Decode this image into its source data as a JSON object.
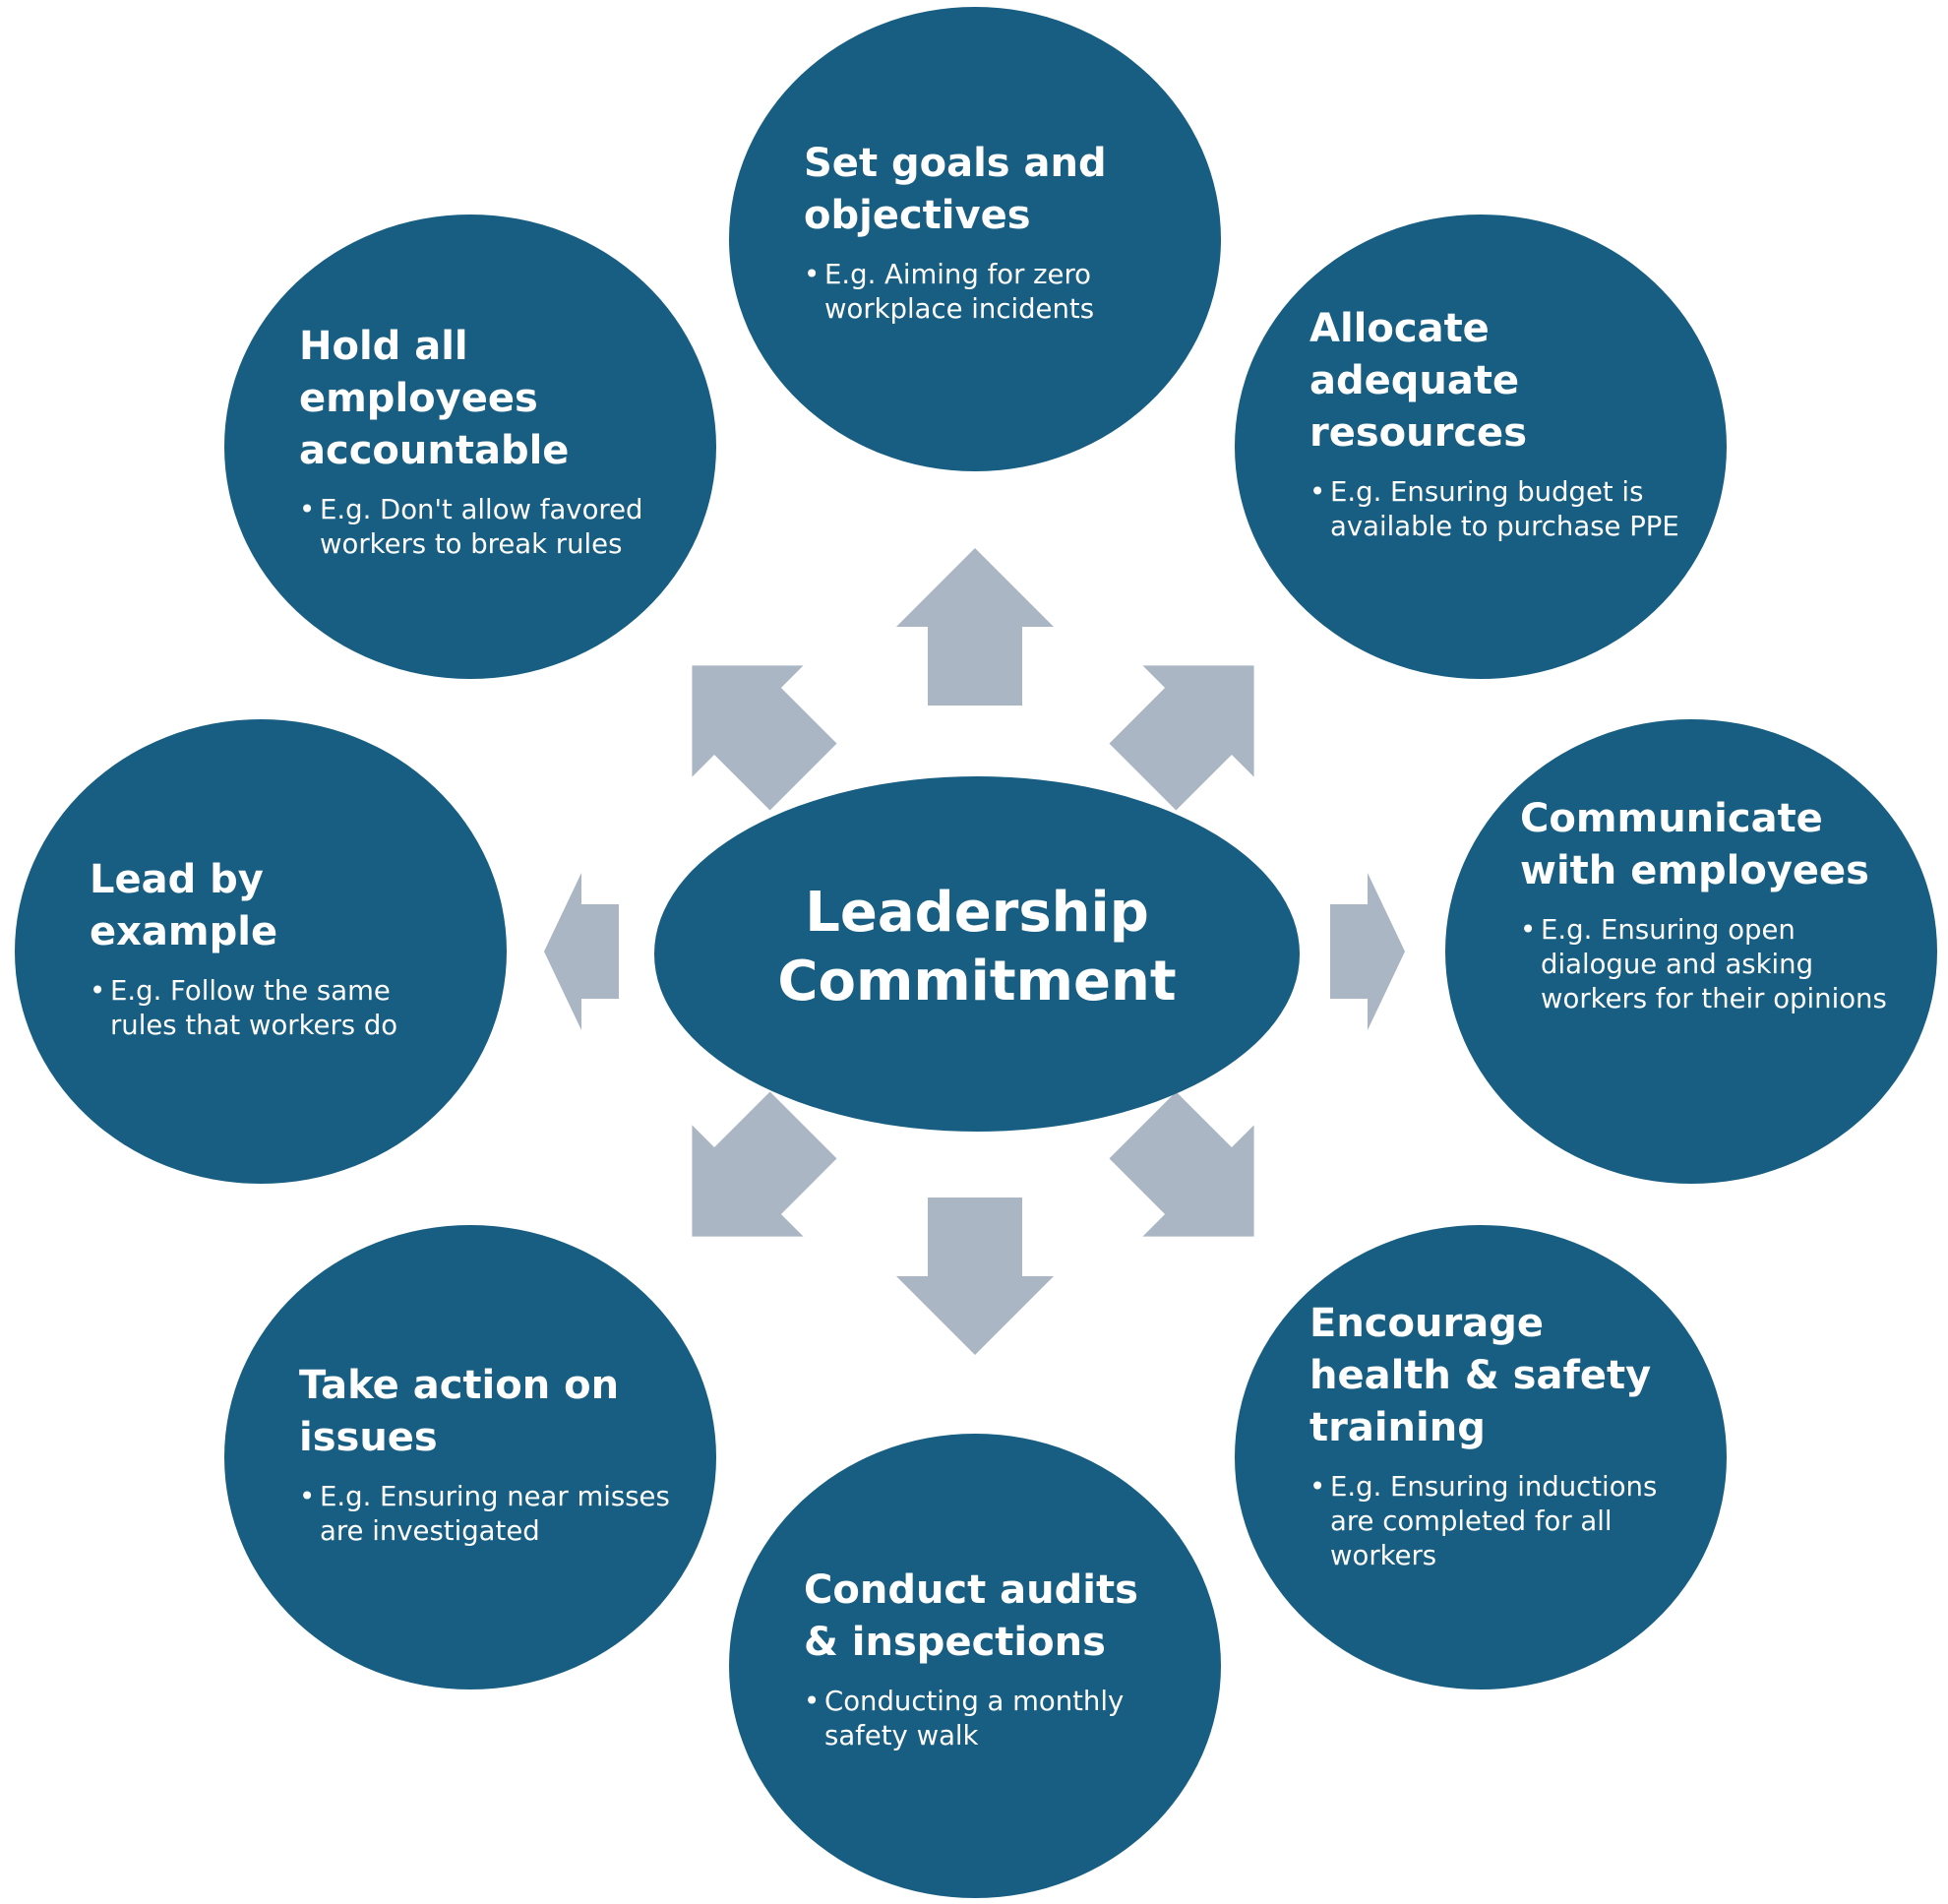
{
  "colors": {
    "node_fill": "#175e82",
    "arrow_fill": "#aab6c3",
    "text": "#ffffff",
    "background": "#ffffff"
  },
  "center": {
    "title_line1": "Leadership",
    "title_line2": "Commitment"
  },
  "nodes": [
    {
      "id": "goals",
      "title": "Set goals and objectives",
      "bullet": "E.g. Aiming for zero workplace incidents"
    },
    {
      "id": "resources",
      "title": "Allocate adequate resources",
      "bullet": "E.g. Ensuring budget is available to purchase PPE"
    },
    {
      "id": "communicate",
      "title": "Communicate with employees",
      "bullet": "E.g. Ensuring open dialogue and asking workers for their opinions"
    },
    {
      "id": "training",
      "title": "Encourage health & safety training",
      "bullet": "E.g. Ensuring inductions are completed for all workers"
    },
    {
      "id": "audits",
      "title": "Conduct audits & inspections",
      "bullet": "Conducting a monthly safety walk"
    },
    {
      "id": "action",
      "title": "Take action on issues",
      "bullet": "E.g. Ensuring near misses are investigated"
    },
    {
      "id": "lead",
      "title": "Lead by example",
      "bullet": "E.g. Follow the same rules that workers do"
    },
    {
      "id": "accountable",
      "title": "Hold all employees accountable",
      "bullet": "E.g. Don't allow favored workers to break rules"
    }
  ],
  "arrows": [
    {
      "direction": "up"
    },
    {
      "direction": "up-right"
    },
    {
      "direction": "right"
    },
    {
      "direction": "down-right"
    },
    {
      "direction": "down"
    },
    {
      "direction": "down-left"
    },
    {
      "direction": "left"
    },
    {
      "direction": "up-left"
    }
  ]
}
